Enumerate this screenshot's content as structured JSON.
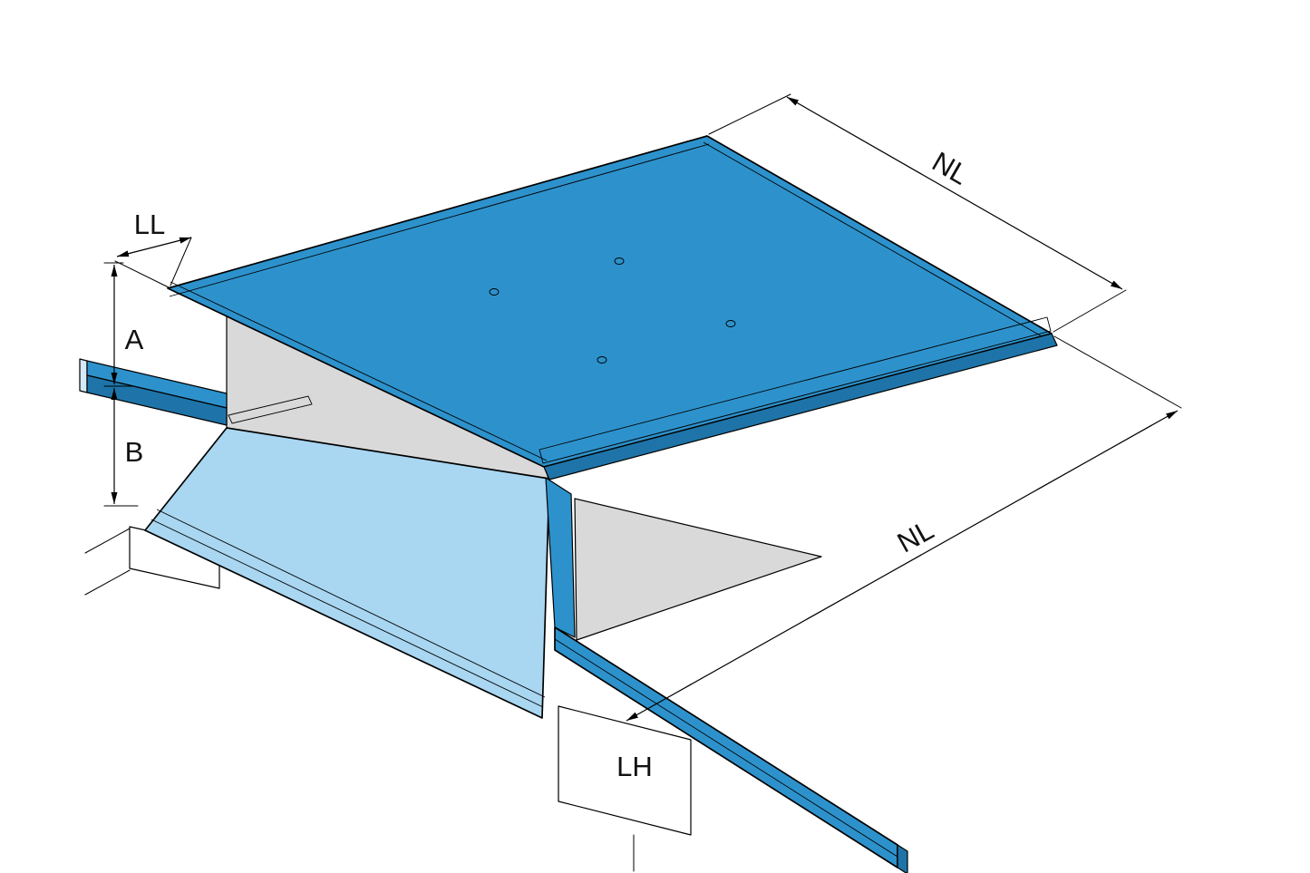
{
  "diagram": {
    "title": "dock-leveler-isometric-dimension-drawing",
    "labels": {
      "ll": "LL",
      "a": "A",
      "b": "B",
      "nl_top": "NL",
      "nl_side": "NL",
      "lh": "LH"
    },
    "colors": {
      "deck_blue": "#2D92CC",
      "deck_edge_blue": "#1E74A8",
      "lip_light_blue": "#A9D6F1",
      "panel_gray": "#D9D9D9",
      "hazard_yellow": "#FFD533",
      "hazard_black": "#161616",
      "beam_end_face": "#D6E9F7",
      "white": "#FFFFFF",
      "background": "#FFFFFF",
      "outline": "#000000"
    }
  }
}
